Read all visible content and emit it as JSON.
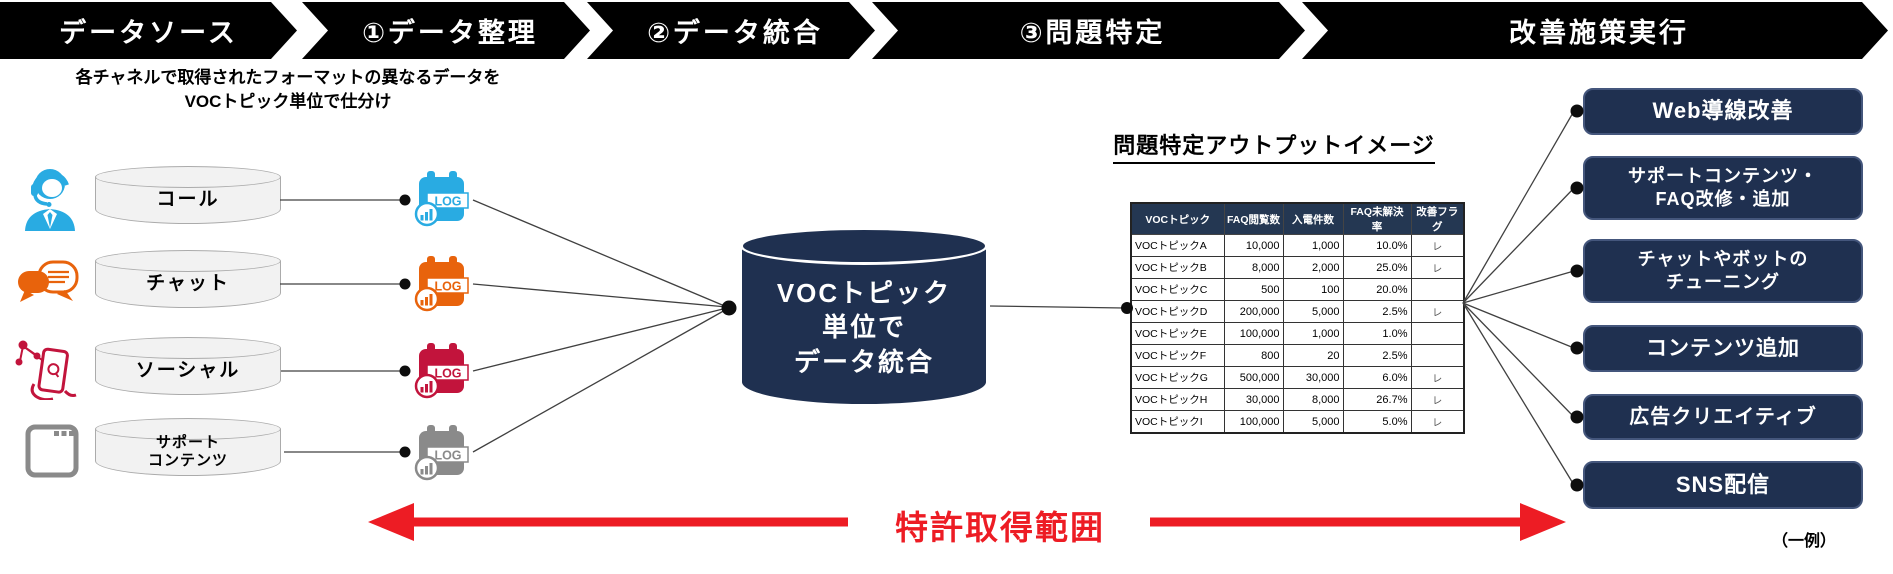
{
  "banner": {
    "steps": [
      {
        "label": "データソース"
      },
      {
        "label": "①データ整理"
      },
      {
        "label": "②データ統合"
      },
      {
        "label": "③問題特定"
      },
      {
        "label": "改善施策実行"
      }
    ]
  },
  "note": {
    "text": "各チャネルで取得されたフォーマットの異なるデータを\nVOCトピック単位で仕分け"
  },
  "channels": [
    {
      "label": "コール",
      "icon": "call-agent-icon",
      "color": "#29ABE2"
    },
    {
      "label": "チャット",
      "icon": "chat-bubbles-icon",
      "color": "#E8630C"
    },
    {
      "label": "ソーシャル",
      "icon": "social-phone-icon",
      "color": "#C2143C"
    },
    {
      "label": "サポート\nコンテンツ",
      "icon": "browser-window-icon",
      "color": "#8A8A8A"
    }
  ],
  "log_icon": {
    "label": "LOG"
  },
  "integration_db": {
    "label": "VOCトピック\n単位で\nデータ統合",
    "color": "#1F3050"
  },
  "output": {
    "title": "問題特定アウトプットイメージ",
    "table": {
      "headers": [
        "VOCトピック",
        "FAQ閲覧数",
        "入電件数",
        "FAQ未解決率",
        "改善フラグ"
      ],
      "rows": [
        [
          "VOCトピックA",
          "10,000",
          "1,000",
          "10.0%",
          "レ"
        ],
        [
          "VOCトピックB",
          "8,000",
          "2,000",
          "25.0%",
          "レ"
        ],
        [
          "VOCトピックC",
          "500",
          "100",
          "20.0%",
          ""
        ],
        [
          "VOCトピックD",
          "200,000",
          "5,000",
          "2.5%",
          "レ"
        ],
        [
          "VOCトピックE",
          "100,000",
          "1,000",
          "1.0%",
          ""
        ],
        [
          "VOCトピックF",
          "800",
          "20",
          "2.5%",
          ""
        ],
        [
          "VOCトピックG",
          "500,000",
          "30,000",
          "6.0%",
          "レ"
        ],
        [
          "VOCトピックH",
          "30,000",
          "8,000",
          "26.7%",
          "レ"
        ],
        [
          "VOCトピックI",
          "100,000",
          "5,000",
          "5.0%",
          "レ"
        ]
      ]
    }
  },
  "actions": [
    {
      "label": "Web導線改善"
    },
    {
      "label": "サポートコンテンツ・\nFAQ改修・追加"
    },
    {
      "label": "チャットやボットの\nチューニング"
    },
    {
      "label": "コンテンツ追加"
    },
    {
      "label": "広告クリエイティブ"
    },
    {
      "label": "SNS配信"
    }
  ],
  "patent": {
    "label": "特許取得範囲",
    "color": "#ED1C24"
  },
  "footnote": {
    "label": "（一例）"
  },
  "colors": {
    "banner_bg": "#000000",
    "navy": "#1F3050",
    "accent_red": "#ED1C24",
    "channel_call": "#29ABE2",
    "channel_chat": "#E8630C",
    "channel_social": "#C2143C",
    "channel_support": "#8A8A8A"
  }
}
